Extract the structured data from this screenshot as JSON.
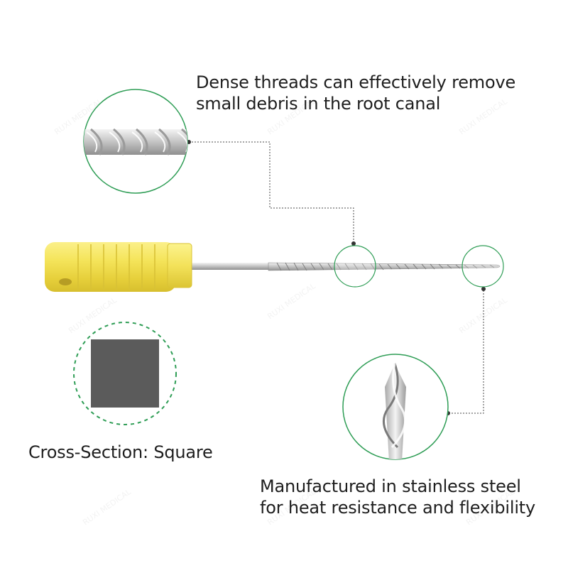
{
  "annotations": {
    "threads": {
      "line1": "Dense threads can effectively remove",
      "line2": "small debris in the root canal"
    },
    "steel": {
      "line1": "Manufactured in stainless steel",
      "line2": "for heat resistance and flexibility"
    },
    "cross_section": "Cross-Section: Square"
  },
  "colors": {
    "accent_green": "#2e9d55",
    "handle_yellow": "#f3e35a",
    "square_gray": "#5b5b5b",
    "leader_line": "#444444"
  },
  "watermark": "RUXI MEDICAL"
}
